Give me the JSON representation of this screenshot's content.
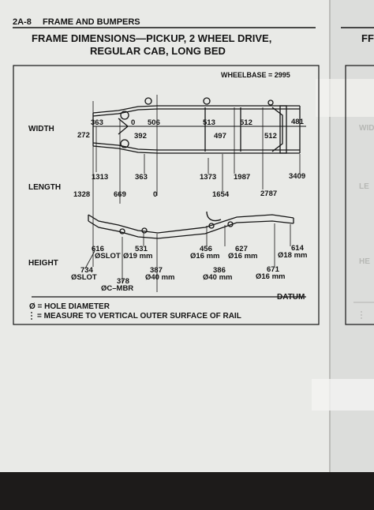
{
  "header": {
    "page_id": "2A-8",
    "section": "FRAME AND BUMPERS"
  },
  "title": {
    "line1": "FRAME DIMENSIONS—PICKUP, 2 WHEEL DRIVE,",
    "line2": "REGULAR CAB, LONG BED"
  },
  "wheelbase": "WHEELBASE = 2995",
  "rows": {
    "width": "WIDTH",
    "length": "LENGTH",
    "height": "HEIGHT"
  },
  "width_dims": {
    "d363": "363",
    "d0": "0",
    "d506": "506",
    "d513": "513",
    "d512a": "512",
    "d481": "481",
    "d272": "272",
    "d392": "392",
    "d497": "497",
    "d512b": "512"
  },
  "length_dims": {
    "d1313": "1313",
    "d363": "363",
    "d1373": "1373",
    "d1987": "1987",
    "d3409": "3409",
    "d1328": "1328",
    "d669": "669",
    "d0": "0",
    "d1654": "1654",
    "d2787": "2787"
  },
  "height_dims": {
    "d616": "616",
    "d531": "531",
    "d456": "456",
    "d627": "627",
    "d614": "614",
    "slot1": "ØSLOT",
    "mm19": "Ø19 mm",
    "mm16a": "Ø16 mm",
    "mm16b": "Ø16 mm",
    "mm18": "Ø18 mm",
    "d734": "734",
    "d387": "387",
    "d386": "386",
    "d671": "671",
    "slot2": "ØSLOT",
    "mm40a": "Ø40 mm",
    "mm40b": "Ø40 mm",
    "mm16c": "Ø16 mm",
    "d378": "378",
    "cmbr": "ØC–MBR"
  },
  "datum": "DATUM",
  "legend": {
    "hole": "Ø = HOLE DIAMETER",
    "measure": "= MEASURE TO VERTICAL OUTER SURFACE OF RAIL"
  },
  "next_page": {
    "title": "FF",
    "width": "WID",
    "length": "LE",
    "height": "HE"
  },
  "colors": {
    "paper": "#e9eae7",
    "ink": "#141414",
    "background": "#1d1b1a",
    "next_page": "#dcdddb"
  }
}
